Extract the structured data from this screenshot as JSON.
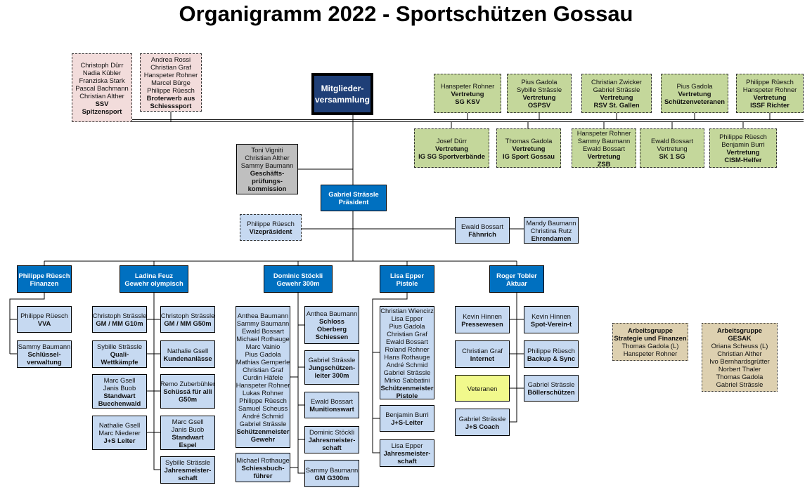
{
  "title": "Organigramm 2022  -  Sportschützen Gossau",
  "boxes": {
    "ssv": {
      "names": [
        "Christoph Dürr",
        "Nadia Kübler",
        "Franziska Stark",
        "Pascal Bachmann",
        "Christian Alther"
      ],
      "role": [
        "SSV",
        "Spitzensport"
      ]
    },
    "broterwerb": {
      "names": [
        "Andrea Rossi",
        "Christian Graf",
        "Hanspeter Rohner",
        "Marcel Bürge",
        "Philippe Rüesch"
      ],
      "role": [
        "Broterwerb aus",
        "Schiesssport"
      ]
    },
    "mitgliederversammlung": {
      "names": [],
      "role": [
        "Mitglieder-",
        "versammlung"
      ]
    },
    "sg-ksv": {
      "names": [
        "Hanspeter Rohner"
      ],
      "role": [
        "Vertretung",
        "SG KSV"
      ]
    },
    "ospsv": {
      "names": [
        "Pius Gadola",
        "Sybille Strässle"
      ],
      "role": [
        "Vertretung",
        "OSPSV"
      ]
    },
    "rsv": {
      "names": [
        "Christian Zwicker",
        "Gabriel Strässle"
      ],
      "role": [
        "Vertretung",
        "RSV St. Gallen"
      ]
    },
    "veteranen-vertretung": {
      "names": [
        "Pius Gadola"
      ],
      "role": [
        "Vertretung",
        "Schützenveteranen"
      ]
    },
    "issf": {
      "names": [
        "Philippe Rüesch",
        "Hanspeter Rohner"
      ],
      "role": [
        "Vertretung",
        "ISSF Richter"
      ]
    },
    "ig-sg": {
      "names": [
        "Josef Dürr"
      ],
      "role": [
        "Vertretung",
        "IG SG Sportverbände"
      ]
    },
    "ig-sport": {
      "names": [
        "Thomas Gadola"
      ],
      "role": [
        "Vertretung",
        "IG Sport Gossau"
      ]
    },
    "zsb": {
      "names": [
        "Hanspeter Rohner",
        "Sammy Baumann",
        "Ewald Bossart"
      ],
      "role": [
        "Vertretung",
        "ZSB"
      ]
    },
    "sk1sg": {
      "names": [
        "Ewald Bossart",
        "Vertretung"
      ],
      "role": [
        "SK 1 SG"
      ]
    },
    "cism": {
      "names": [
        "Philippe Rüesch",
        "Benjamin Burri"
      ],
      "role": [
        "Vertretung",
        "CISM-Helfer"
      ]
    },
    "gpk": {
      "names": [
        "Toni Vigniti",
        "Christian Alther",
        "Sammy Baumann"
      ],
      "role": [
        "Geschäfts-",
        "prüfungs-",
        "kommission"
      ]
    },
    "praesident": {
      "names": [],
      "role": [
        "Gabriel Strässle",
        "Präsident"
      ]
    },
    "vize": {
      "names": [
        "Philippe Rüesch"
      ],
      "role": [
        "Vizepräsident"
      ]
    },
    "faehnrich": {
      "names": [
        "Ewald Bossart"
      ],
      "role": [
        "Fähnrich"
      ]
    },
    "ehrendamen": {
      "names": [
        "Mandy Baumann",
        "Christina Rutz"
      ],
      "role": [
        "Ehrendamen"
      ]
    },
    "finanzen": {
      "names": [],
      "role": [
        "Philippe Rüesch",
        "Finanzen"
      ]
    },
    "gewehr-olympisch": {
      "names": [],
      "role": [
        "Ladina Feuz",
        "Gewehr olympisch"
      ]
    },
    "gewehr-300m": {
      "names": [],
      "role": [
        "Dominic Stöckli",
        "Gewehr 300m"
      ]
    },
    "pistole": {
      "names": [],
      "role": [
        "Lisa Epper",
        "Pistole"
      ]
    },
    "aktuar": {
      "names": [],
      "role": [
        "Roger Tobler",
        "Aktuar"
      ]
    },
    "vva": {
      "names": [
        "Philippe Rüesch"
      ],
      "role": [
        "VVA"
      ]
    },
    "schluessel": {
      "names": [
        "Sammy Baumann"
      ],
      "role": [
        "Schlüssel-",
        "verwaltung"
      ]
    },
    "gm-g10": {
      "names": [
        "Christoph Strässle"
      ],
      "role": [
        "GM / MM G10m"
      ]
    },
    "quali": {
      "names": [
        "Sybille Strässle"
      ],
      "role": [
        "Quali-",
        "Wettkämpfe"
      ]
    },
    "standwart-buechenwald": {
      "names": [
        "Marc Gsell",
        "Janis Buob"
      ],
      "role": [
        "Standwart",
        "Buechenwald"
      ]
    },
    "js-leiter-olymp": {
      "names": [
        "Nathalie Gsell",
        "Marc Niederer"
      ],
      "role": [
        "J+S Leiter"
      ]
    },
    "gm-g50": {
      "names": [
        "Christoph Strässle"
      ],
      "role": [
        "GM / MM G50m"
      ]
    },
    "kundenanlaesse": {
      "names": [
        "Nathalie Gsell"
      ],
      "role": [
        "Kundenanlässe"
      ]
    },
    "schuessae": {
      "names": [
        "Remo Zuberbühler"
      ],
      "role": [
        "Schüssä für alli",
        "G50m"
      ]
    },
    "standwart-espel": {
      "names": [
        "Marc Gsell",
        "Janis Buob"
      ],
      "role": [
        "Standwart",
        "Espel"
      ]
    },
    "jm-olymp": {
      "names": [
        "Sybille Strässle"
      ],
      "role": [
        "Jahresmeister-",
        "schaft"
      ]
    },
    "sm-gewehr": {
      "names": [
        "Anthea Baumann",
        "Sammy Baumann",
        "Ewald Bossart",
        "Michael Rothauge",
        "Marc Vainio",
        "Pius Gadola",
        "Mathias Gemperle",
        "Christian Graf",
        "Curdin Häfele",
        "Hanspeter Rohner",
        "Lukas Rohner",
        "Philippe Rüesch",
        "Samuel Scheuss",
        "André Schmid",
        "Gabriel Strässle"
      ],
      "role": [
        "Schützenmeister",
        "Gewehr"
      ]
    },
    "schiessbuch": {
      "names": [
        "Michael Rothauge"
      ],
      "role": [
        "Schiessbuch-",
        "führer"
      ]
    },
    "schloss": {
      "names": [
        "Anthea Baumann"
      ],
      "role": [
        "Schloss",
        "Oberberg",
        "Schiessen"
      ]
    },
    "jungschuetzen": {
      "names": [
        "Gabriel Strässle"
      ],
      "role": [
        "Jungschützen-",
        "leiter 300m"
      ]
    },
    "munition": {
      "names": [
        "Ewald Bossart"
      ],
      "role": [
        "Munitionswart"
      ]
    },
    "jm-300": {
      "names": [
        "Dominic Stöckli"
      ],
      "role": [
        "Jahresmeister-",
        "schaft"
      ]
    },
    "gm-g300": {
      "names": [
        "Sammy Baumann"
      ],
      "role": [
        "GM G300m"
      ]
    },
    "sm-pistole": {
      "names": [
        "Christian Wiencirz",
        "Lisa Epper",
        "Pius Gadola",
        "Christian Graf",
        "Ewald Bossart",
        "Roland Rohner",
        "Hans Rothauge",
        "André Schmid",
        "Gabriel Strässle",
        "Mirko Sabbatini"
      ],
      "role": [
        "Schützenmeister",
        "Pistole"
      ]
    },
    "js-leiter-pistole": {
      "names": [
        "Benjamin Burri"
      ],
      "role": [
        "J+S-Leiter"
      ]
    },
    "jm-pistole": {
      "names": [
        "Lisa Epper"
      ],
      "role": [
        "Jahresmeister-",
        "schaft"
      ]
    },
    "pressewesen": {
      "names": [
        "Kevin Hinnen"
      ],
      "role": [
        "Pressewesen"
      ]
    },
    "internet": {
      "names": [
        "Christian Graf"
      ],
      "role": [
        "Internet"
      ]
    },
    "veteranen": {
      "names": [
        "Veteranen"
      ],
      "role": []
    },
    "js-coach": {
      "names": [
        "Gabriel Strässle"
      ],
      "role": [
        "J+S Coach"
      ]
    },
    "spot-verein": {
      "names": [
        "Kevin Hinnen"
      ],
      "role": [
        "Spot-Verein-t"
      ]
    },
    "backup": {
      "names": [
        "Philippe Rüesch"
      ],
      "role": [
        "Backup & Sync"
      ]
    },
    "boeller": {
      "names": [
        "Gabriel Strässle"
      ],
      "role": [
        "Böllerschützen"
      ]
    },
    "ag-strategie": {
      "role": [
        "Arbeitsgruppe",
        "Strategie und Finanzen"
      ],
      "names": [
        "Thomas Gadola (L)",
        "Hanspeter Rohner"
      ],
      "role_first": true
    },
    "ag-gesak": {
      "role": [
        "Arbeitsgruppe",
        "GESAK"
      ],
      "names": [
        "Oriana Scheuss (L)",
        "Christian Alther",
        "Ivo Bernhardsgrütter",
        "Norbert Thaler",
        "Thomas Gadola",
        "Gabriel Strässle"
      ],
      "role_first": true
    }
  }
}
